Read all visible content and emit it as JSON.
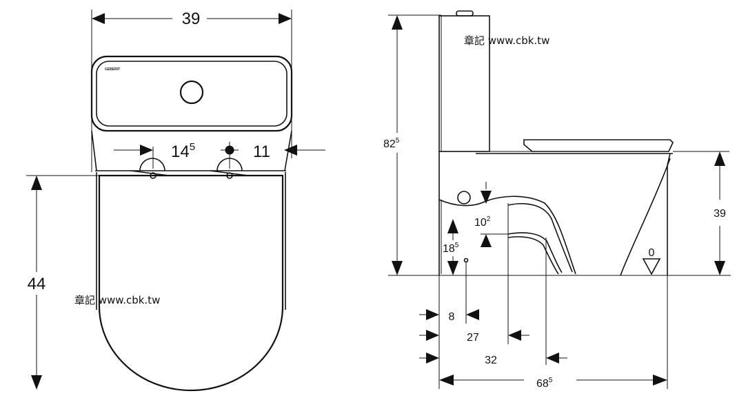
{
  "front_view": {
    "width_total": "39",
    "spacing_left": {
      "main": "14",
      "sup": "5"
    },
    "spacing_right": "11",
    "height": "44",
    "brand_logo": "GEBERIT",
    "watermark": "章記 www.cbk.tw"
  },
  "side_view": {
    "height_total": {
      "main": "82",
      "sup": "5"
    },
    "seat_height": "39",
    "outlet_gap": {
      "main": "10",
      "sup": "2"
    },
    "inlet_height": {
      "main": "18",
      "sup": "5"
    },
    "floor_mark": "0",
    "dim_8": "8",
    "dim_27": "27",
    "dim_32": "32",
    "depth_total": {
      "main": "68",
      "sup": "5"
    },
    "watermark": "章記 www.cbk.tw"
  },
  "icons": {
    "flush_button": "flush-button-icon",
    "level_mark": "triangle-level-icon",
    "arrow": "arrowhead-icon"
  }
}
